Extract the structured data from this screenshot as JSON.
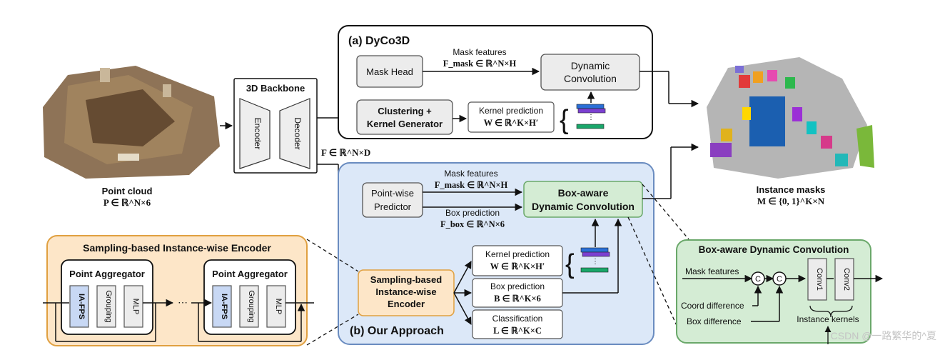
{
  "point_cloud": {
    "label": "Point cloud",
    "math": "P ∈ ℝ^N×6"
  },
  "backbone": {
    "title": "3D Backbone",
    "encoder": "Encoder",
    "decoder": "Decoder",
    "feature_math": "F ∈ ℝ^N×D"
  },
  "dyco3d": {
    "title": "(a) DyCo3D",
    "mask_head": "Mask Head",
    "mask_features": "Mask features",
    "mask_features_math": "F_mask ∈ ℝ^N×H",
    "dynamic_conv_line1": "Dynamic",
    "dynamic_conv_line2": "Convolution",
    "cluster_line1": "Clustering +",
    "cluster_line2": "Kernel Generator",
    "kernel_prediction": "Kernel prediction",
    "kernel_math": "W ∈ ℝ^K×H′"
  },
  "ours": {
    "title": "(b) Our Approach",
    "pointwise_line1": "Point-wise",
    "pointwise_line2": "Predictor",
    "mask_features": "Mask features",
    "mask_features_math": "F_mask ∈ ℝ^N×H",
    "box_prediction": "Box prediction",
    "box_math": "F_box ∈ ℝ^N×6",
    "boxaware_line1": "Box-aware",
    "boxaware_line2": "Dynamic Convolution",
    "sampling_line1": "Sampling-based",
    "sampling_line2": "Instance-wise",
    "sampling_line3": "Encoder",
    "kernel_prediction": "Kernel prediction",
    "kernel_math": "W ∈ ℝ^K×H′",
    "box_pred2": "Box prediction",
    "box_pred2_math": "B ∈ ℝ^K×6",
    "classification": "Classification",
    "class_math": "L ∈ ℝ^K×C"
  },
  "sampler": {
    "title": "Sampling-based Instance-wise Encoder",
    "aggregator": "Point Aggregator",
    "iafps": "IA-FPS",
    "grouping": "Grouping",
    "mlp": "MLP",
    "dots": "⋯"
  },
  "output": {
    "label": "Instance masks",
    "math": "M ∈ {0, 1}^K×N"
  },
  "boxconv": {
    "title": "Box-aware Dynamic Convolution",
    "mask_features": "Mask features",
    "coord_diff": "Coord difference",
    "box_diff": "Box difference",
    "concat": "C",
    "conv1": "Conv1",
    "conv2": "Conv2",
    "kernels": "Instance kernels"
  },
  "watermark": "CSDN @一路繁华的^夏"
}
